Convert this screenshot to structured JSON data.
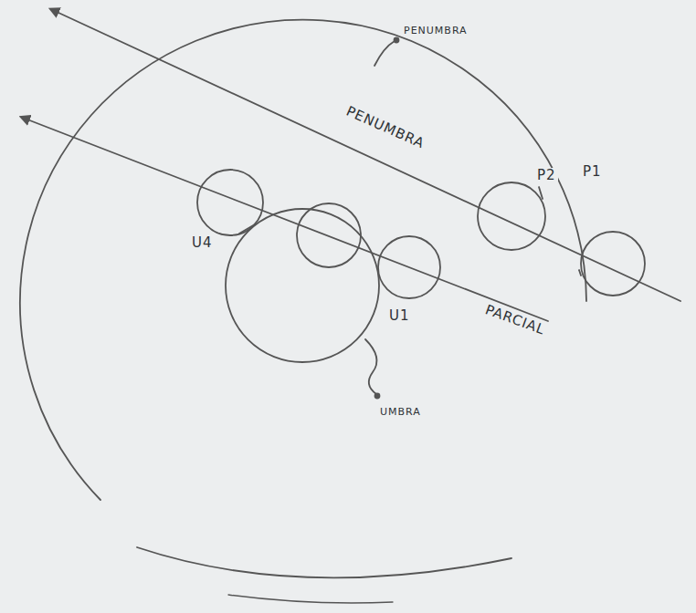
{
  "diagram": {
    "labels": [
      "PENUMBRA",
      "PENUMBRA",
      "P2",
      "P1",
      "U4",
      "U1",
      "PARCIAL",
      "UMBRA"
    ]
  }
}
